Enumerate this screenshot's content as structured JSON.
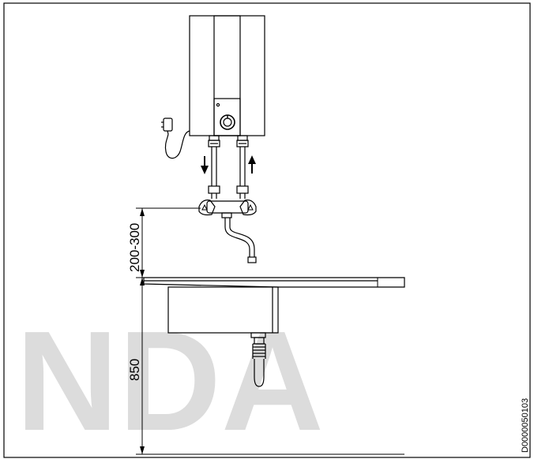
{
  "dimensions": {
    "faucet_height": "200-300",
    "sink_height": "850"
  },
  "figure_code": "D0000050103",
  "watermark": "NDA",
  "flow_arrows": {
    "cold_in": "down-arrow-icon",
    "hot_out": "up-arrow-icon"
  },
  "colors": {
    "line": "#000000",
    "watermark": "#dcdcdc"
  }
}
